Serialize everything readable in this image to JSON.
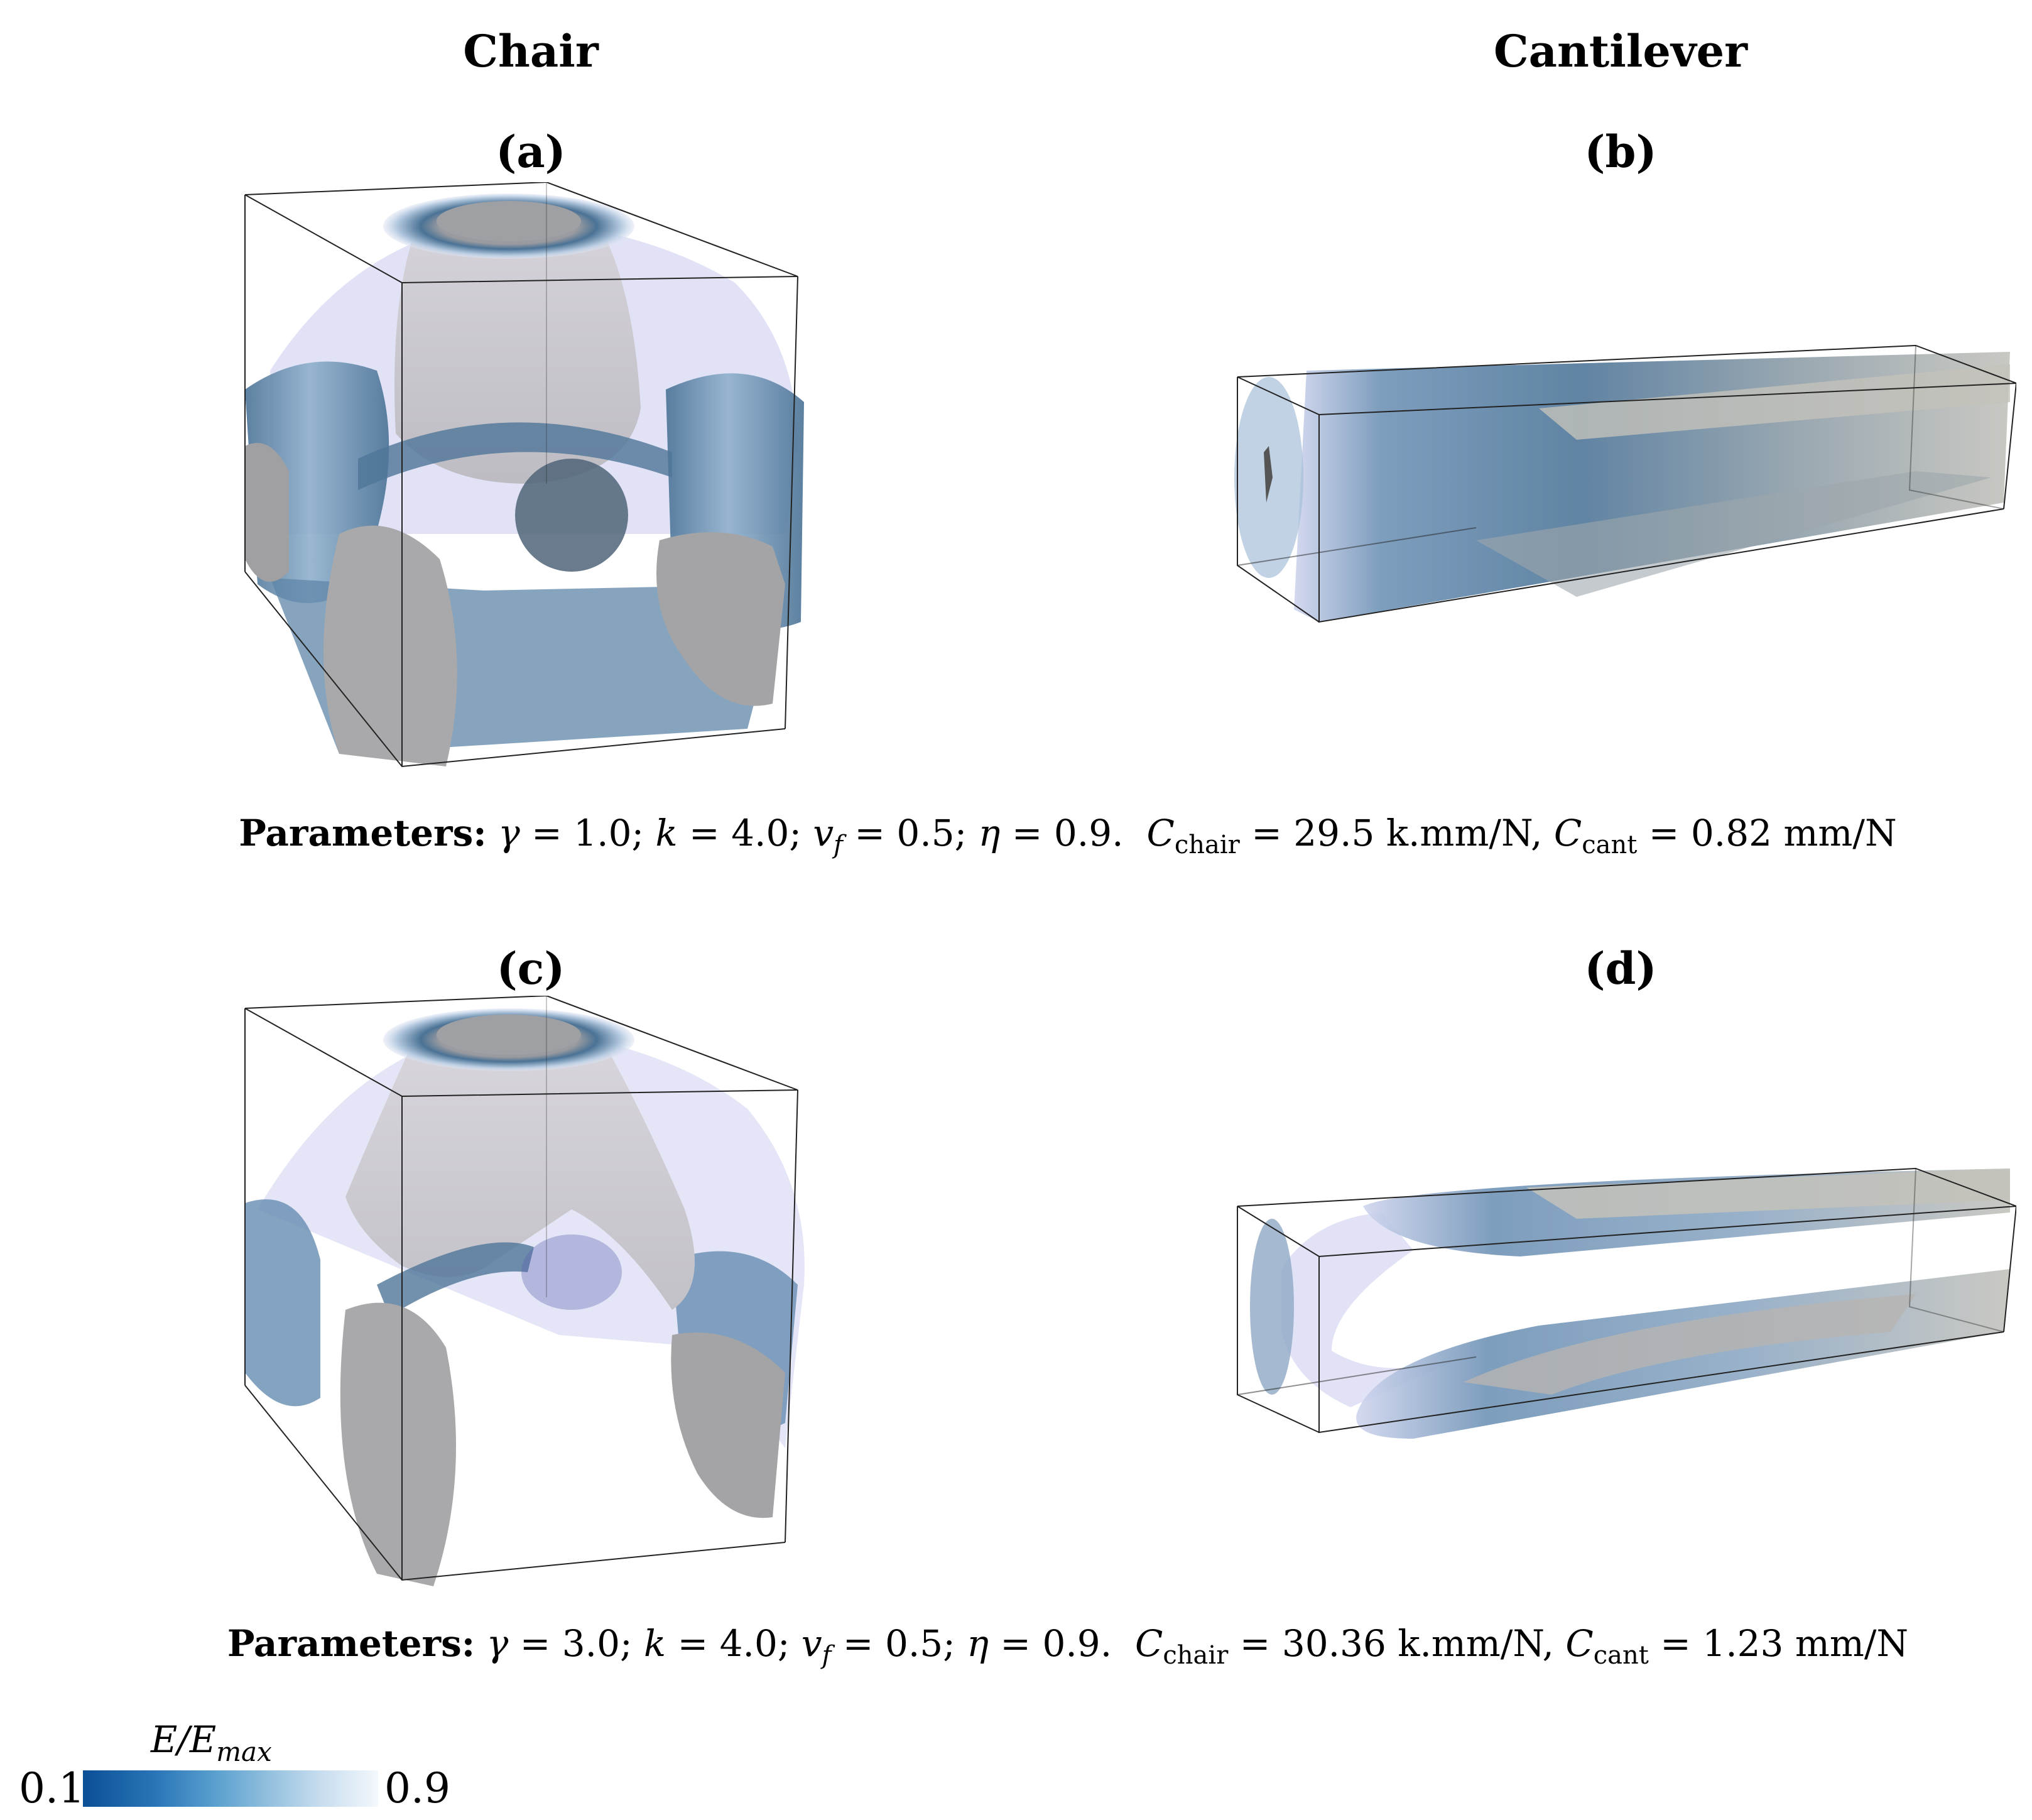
{
  "columns": [
    {
      "title": "Chair"
    },
    {
      "title": "Cantilever"
    }
  ],
  "panels": [
    {
      "label": "(a)",
      "subject": "chair",
      "gamma": "1.0"
    },
    {
      "label": "(b)",
      "subject": "cantilever",
      "gamma": "1.0"
    },
    {
      "label": "(c)",
      "subject": "chair",
      "gamma": "3.0"
    },
    {
      "label": "(d)",
      "subject": "cantilever",
      "gamma": "3.0"
    }
  ],
  "parameter_rows": [
    {
      "heading": "Parameters:",
      "gamma_sym": "γ",
      "gamma": "1.0",
      "k_sym": "k",
      "k": "4.0",
      "vf_sym": "v",
      "vf_sub": "f",
      "vf": "0.5",
      "eta_sym": "η",
      "eta": "0.9",
      "c_chair_sym": "C",
      "c_chair_sub": "chair",
      "c_chair": "29.5",
      "c_chair_unit": "k.mm/N",
      "c_cant_sym": "C",
      "c_cant_sub": "cant",
      "c_cant": "0.82",
      "c_cant_unit": "mm/N"
    },
    {
      "heading": "Parameters:",
      "gamma_sym": "γ",
      "gamma": "3.0",
      "k_sym": "k",
      "k": "4.0",
      "vf_sym": "v",
      "vf_sub": "f",
      "vf": "0.5",
      "eta_sym": "η",
      "eta": "0.9",
      "c_chair_sym": "C",
      "c_chair_sub": "chair",
      "c_chair": "30.36",
      "c_chair_unit": "k.mm/N",
      "c_cant_sym": "C",
      "c_cant_sub": "cant",
      "c_cant": "1.23",
      "c_cant_unit": "mm/N"
    }
  ],
  "colorbar": {
    "label_main": "E/E",
    "label_sub": "max",
    "min": "0.1",
    "max": "0.9",
    "colors": [
      "#0b4f96",
      "#2a76b8",
      "#5aa0cf",
      "#8fbedd",
      "#c6dcee",
      "#f3f8fc"
    ]
  },
  "palette": {
    "solid_gray": "#a9a9a9",
    "light_gray": "#d4d3d6",
    "blue_dark": "#4a7295",
    "blue_mid": "#7fa3c2",
    "transparent_lilac": "#c9cbee",
    "frame": "#222222"
  }
}
